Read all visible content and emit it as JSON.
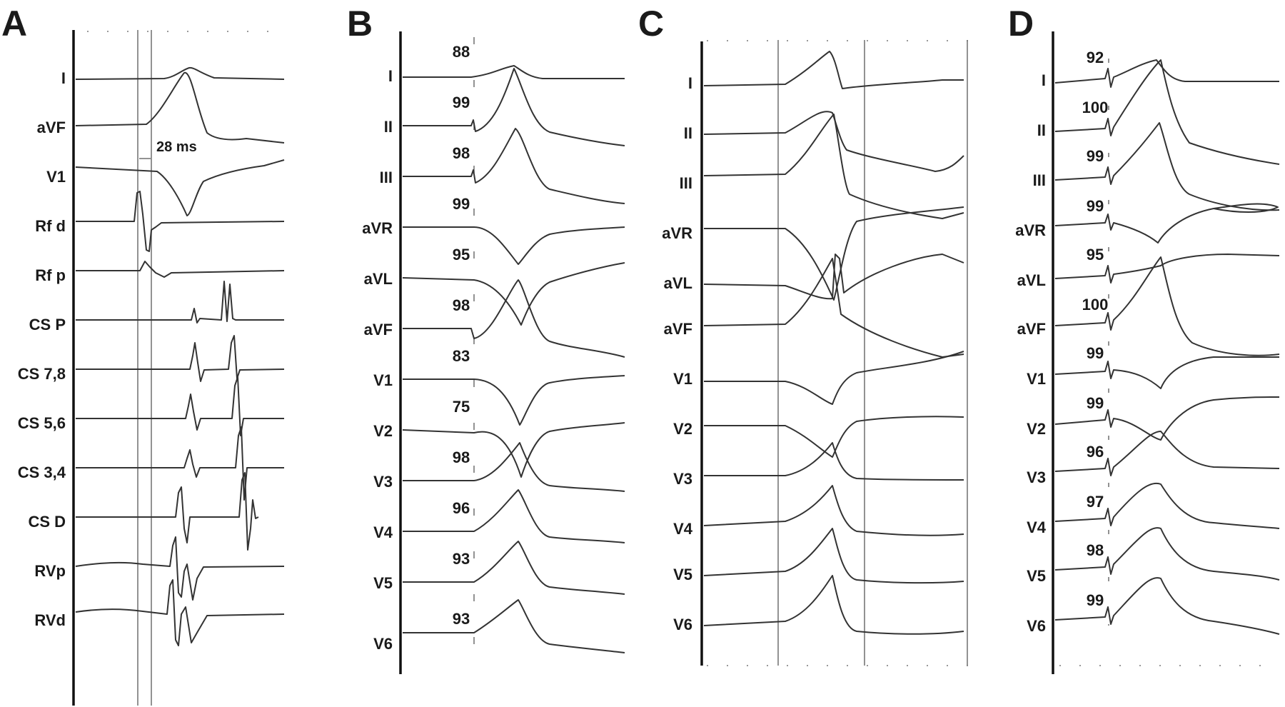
{
  "panels": [
    {
      "letter": "A",
      "leads": [
        "I",
        "aVF",
        "V1",
        "Rf d",
        "Rf p",
        "CS P",
        "CS 7,8",
        "CS 5,6",
        "CS 3,4",
        "CS D",
        "RVp",
        "RVd"
      ],
      "annotation": "28 ms"
    },
    {
      "letter": "B",
      "leads": [
        "I",
        "II",
        "III",
        "aVR",
        "aVL",
        "aVF",
        "V1",
        "V2",
        "V3",
        "V4",
        "V5",
        "V6"
      ],
      "values": [
        "88",
        "99",
        "98",
        "99",
        "95",
        "98",
        "83",
        "75",
        "98",
        "96",
        "93",
        "93"
      ]
    },
    {
      "letter": "C",
      "leads": [
        "I",
        "II",
        "III",
        "aVR",
        "aVL",
        "aVF",
        "V1",
        "V2",
        "V3",
        "V4",
        "V5",
        "V6"
      ]
    },
    {
      "letter": "D",
      "leads": [
        "I",
        "II",
        "III",
        "aVR",
        "aVL",
        "aVF",
        "V1",
        "V2",
        "V3",
        "V4",
        "V5",
        "V6"
      ],
      "values": [
        "92",
        "100",
        "99",
        "99",
        "95",
        "100",
        "99",
        "99",
        "96",
        "97",
        "98",
        "99"
      ]
    }
  ]
}
